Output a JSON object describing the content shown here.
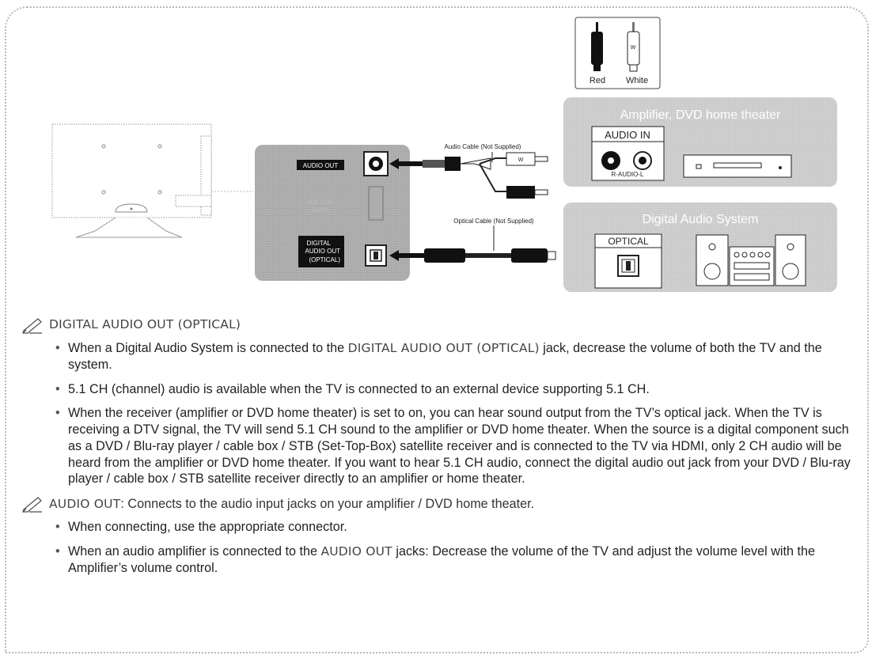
{
  "diagram": {
    "audio_cable_label": "Audio Cable (Not Supplied)",
    "optical_cable_label": "Optical Cable (Not Supplied)",
    "legend": {
      "red": "Red",
      "white": "White",
      "w": "W"
    },
    "tv_panel": {
      "audio_out": "AUDIO OUT",
      "usb_line1": "USB 1 Key",
      "usb_line2": "(HDD)",
      "digital_line1": "DIGITAL",
      "digital_line2": "AUDIO OUT",
      "digital_line3": "(OPTICAL)"
    },
    "amplifier_box": {
      "title": "Amplifier, DVD home theater",
      "audio_in": "AUDIO IN",
      "r_audio_l": "R-AUDIO-L"
    },
    "digital_box": {
      "title": "Digital Audio System",
      "optical": "OPTICAL"
    }
  },
  "notes": [
    {
      "heading": "DIGITAL AUDIO OUT (OPTICAL)",
      "bullets": [
        {
          "a": "When a Digital Audio System is connected to the ",
          "b": "DIGITAL AUDIO OUT (OPTICAL)",
          "c": " jack, decrease the volume of both the TV and the system."
        },
        {
          "a": "5.1 CH (channel) audio is available when the TV is connected to an external device supporting 5.1 CH."
        },
        {
          "a": "When the receiver (amplifier or DVD home theater) is set to on, you can hear sound output from the TV’s optical jack. When the TV is receiving a DTV signal, the TV will send 5.1 CH sound to the amplifier or DVD home theater. When the source is a digital component such as a DVD / Blu-ray player / cable box / STB (Set-Top-Box) satellite receiver and is connected to the TV via HDMI, only 2 CH audio will be heard from the amplifier or DVD home theater. If you want to hear 5.1 CH audio, connect the digital audio out jack from your DVD / Blu-ray player / cable box / STB satellite receiver directly to an amplifier or home theater."
        }
      ]
    },
    {
      "heading": "AUDIO OUT",
      "heading_rest": ": Connects to the audio input jacks on your amplifier / DVD home theater.",
      "bullets": [
        {
          "a": "When connecting, use the appropriate connector."
        },
        {
          "a": "When an audio amplifier is connected to the ",
          "b": "AUDIO OUT",
          "c": " jacks: Decrease the volume of the TV and adjust the volume level with the Amplifier’s volume control."
        }
      ]
    }
  ]
}
